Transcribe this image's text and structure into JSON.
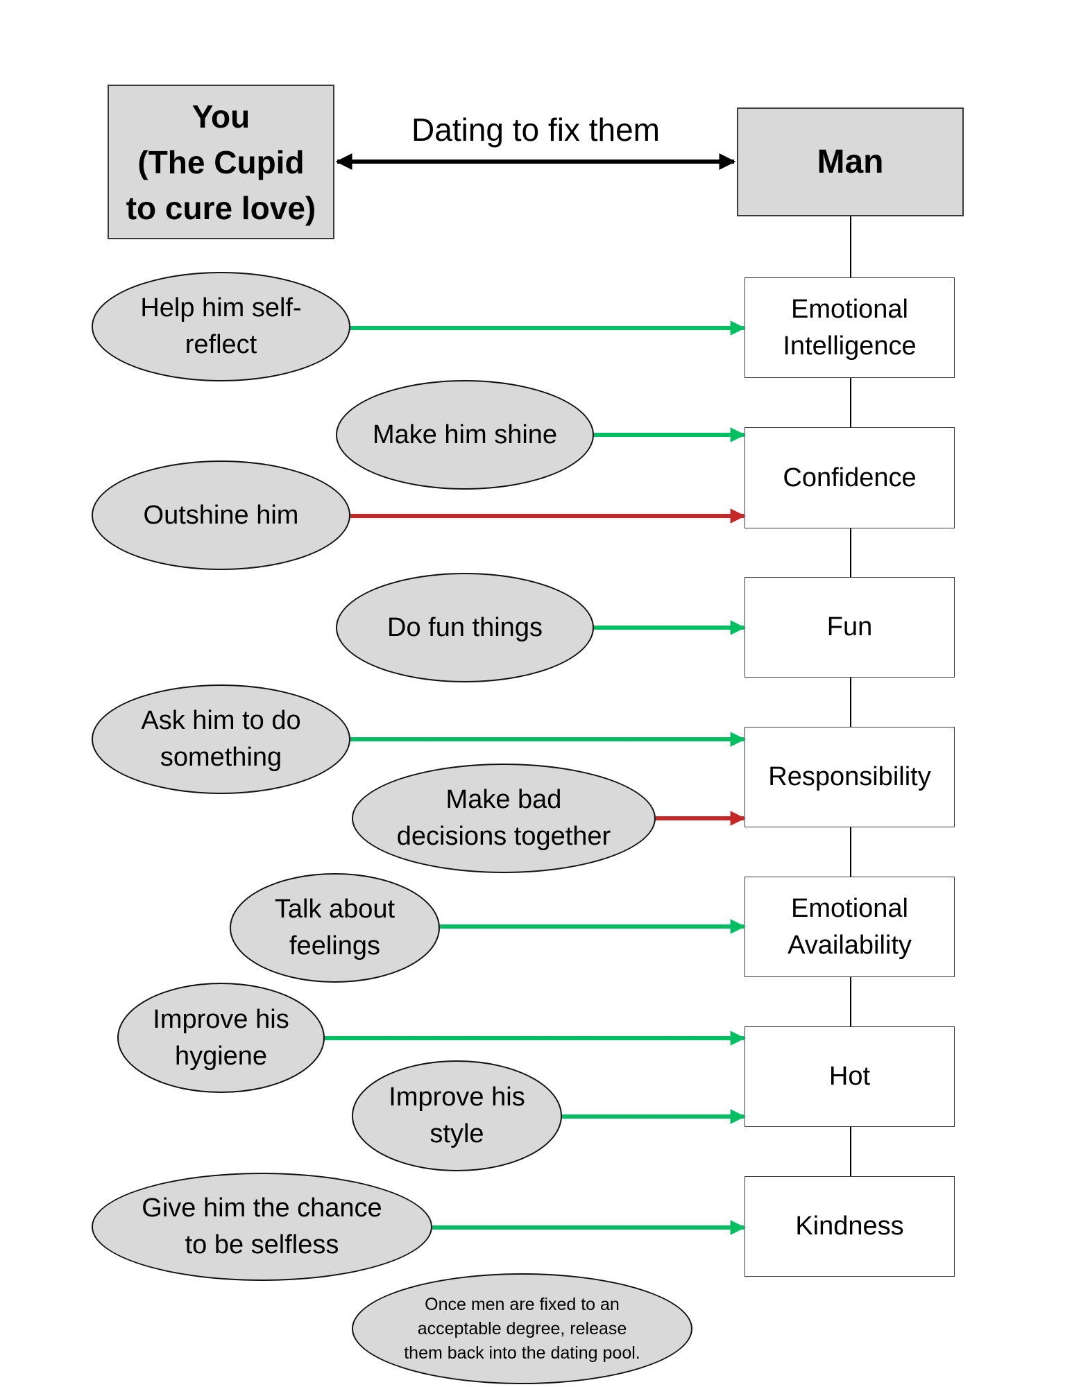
{
  "diagram": {
    "you_box": {
      "label": "You\n(The Cupid\nto cure love)"
    },
    "man_box": {
      "label": "Man"
    },
    "relation": {
      "label": "Dating to fix them",
      "direction": "bidirectional"
    },
    "colors": {
      "positive": "#00bf63",
      "negative": "#c62828",
      "node_fill": "#d9d9d9",
      "line": "#000000"
    },
    "qualities": [
      {
        "id": "emotional-intelligence",
        "label": "Emotional\nIntelligence"
      },
      {
        "id": "confidence",
        "label": "Confidence"
      },
      {
        "id": "fun",
        "label": "Fun"
      },
      {
        "id": "responsibility",
        "label": "Responsibility"
      },
      {
        "id": "emotional-availability",
        "label": "Emotional\nAvailability"
      },
      {
        "id": "hot",
        "label": "Hot"
      },
      {
        "id": "kindness",
        "label": "Kindness"
      }
    ],
    "actions": [
      {
        "id": "help-self-reflect",
        "label": "Help him self-\nreflect",
        "target": "emotional-intelligence",
        "effect": "positive"
      },
      {
        "id": "make-him-shine",
        "label": "Make him shine",
        "target": "confidence",
        "effect": "positive"
      },
      {
        "id": "outshine-him",
        "label": "Outshine him",
        "target": "confidence",
        "effect": "negative"
      },
      {
        "id": "do-fun-things",
        "label": "Do fun things",
        "target": "fun",
        "effect": "positive"
      },
      {
        "id": "ask-him-to-do-something",
        "label": "Ask him to do\nsomething",
        "target": "responsibility",
        "effect": "positive"
      },
      {
        "id": "make-bad-decisions",
        "label": "Make bad\ndecisions together",
        "target": "responsibility",
        "effect": "negative"
      },
      {
        "id": "talk-about-feelings",
        "label": "Talk about\nfeelings",
        "target": "emotional-availability",
        "effect": "positive"
      },
      {
        "id": "improve-hygiene",
        "label": "Improve his\nhygiene",
        "target": "hot",
        "effect": "positive"
      },
      {
        "id": "improve-style",
        "label": "Improve his\nstyle",
        "target": "hot",
        "effect": "positive"
      },
      {
        "id": "chance-to-be-selfless",
        "label": "Give him the chance\nto be selfless",
        "target": "kindness",
        "effect": "positive"
      }
    ],
    "note": {
      "label": "Once men are fixed to an\nacceptable degree, release\nthem back into the dating pool."
    }
  }
}
